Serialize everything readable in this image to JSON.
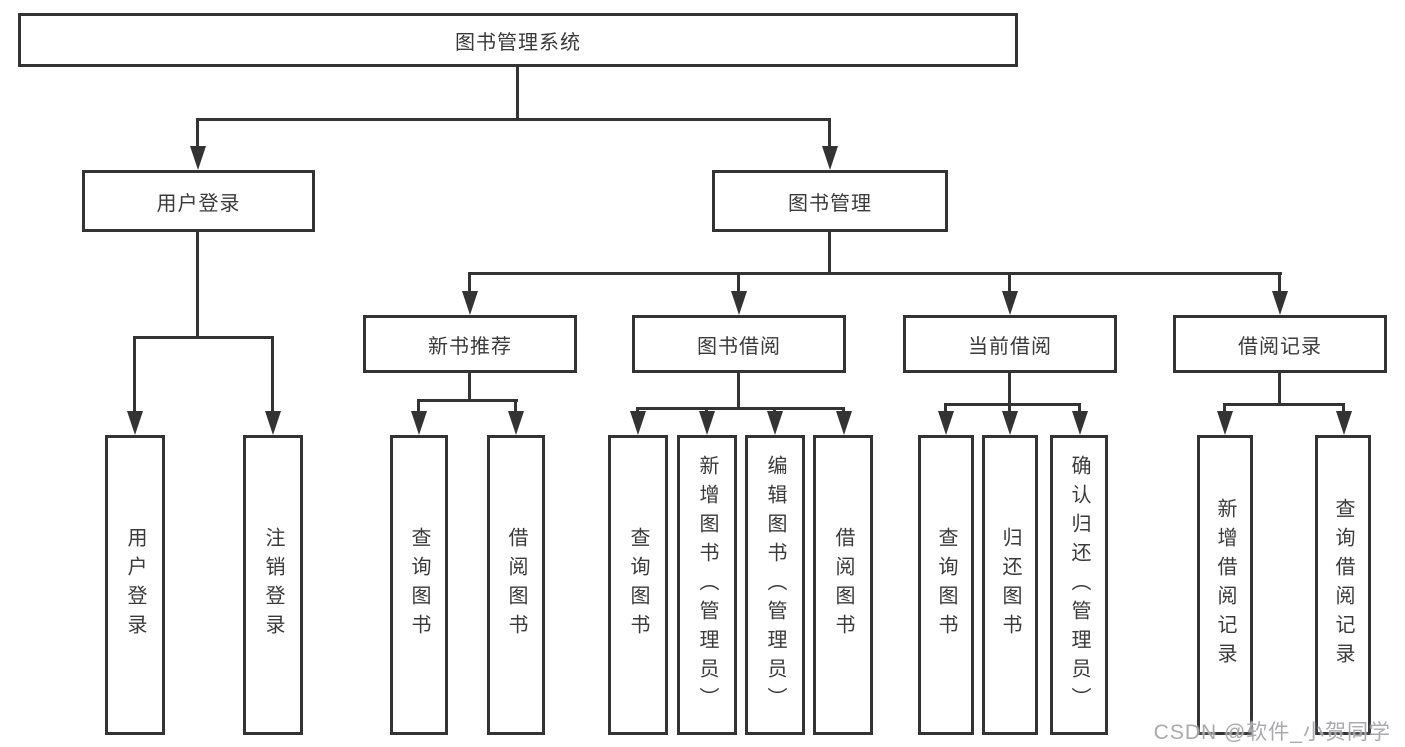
{
  "diagram": {
    "root": {
      "label": "图书管理系统"
    },
    "branches": [
      {
        "label": "用户登录",
        "children": [
          {
            "label": "用户登录"
          },
          {
            "label": "注销登录"
          }
        ]
      },
      {
        "label": "图书管理",
        "children": [
          {
            "label": "新书推荐",
            "children": [
              {
                "label": "查询图书"
              },
              {
                "label": "借阅图书"
              }
            ]
          },
          {
            "label": "图书借阅",
            "children": [
              {
                "label": "查询图书"
              },
              {
                "label": "新增图书（管理员）"
              },
              {
                "label": "编辑图书（管理员）"
              },
              {
                "label": "借阅图书"
              }
            ]
          },
          {
            "label": "当前借阅",
            "children": [
              {
                "label": "查询图书"
              },
              {
                "label": "归还图书"
              },
              {
                "label": "确认归还（管理员）"
              }
            ]
          },
          {
            "label": "借阅记录",
            "children": [
              {
                "label": "新增借阅记录"
              },
              {
                "label": "查询借阅记录"
              }
            ]
          }
        ]
      }
    ]
  },
  "watermark": {
    "text": "CSDN @软件_小贺同学"
  },
  "colors": {
    "line": "#333333",
    "text": "#3a3a3a",
    "watermark": "#a5a5aa",
    "background": "#ffffff"
  }
}
